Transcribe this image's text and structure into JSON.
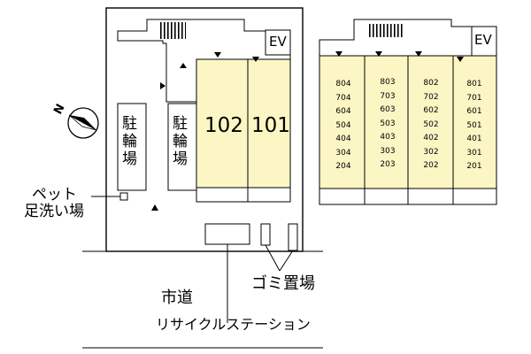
{
  "site_plan": {
    "main_building": {
      "unit_left": "102",
      "unit_right": "101",
      "elevator": "EV",
      "bicycle_parking_left": "駐輪場",
      "bicycle_parking_right": "駐輪場"
    },
    "floor_stack": {
      "elevator": "EV",
      "columns": [
        [
          "804",
          "704",
          "604",
          "504",
          "404",
          "304",
          "204"
        ],
        [
          "803",
          "703",
          "603",
          "503",
          "403",
          "303",
          "203"
        ],
        [
          "802",
          "702",
          "602",
          "502",
          "402",
          "302",
          "202"
        ],
        [
          "801",
          "701",
          "601",
          "501",
          "401",
          "301",
          "201"
        ]
      ]
    },
    "compass_north": "N",
    "pet_foot_wash_line1": "ペット",
    "pet_foot_wash_line2": "足洗い場",
    "garbage_area": "ゴミ置場",
    "city_road": "市道",
    "recycle_station": "リサイクルステーション",
    "colors": {
      "unit_fill": "#fbf6c4",
      "line": "#000000",
      "background": "#ffffff"
    }
  }
}
